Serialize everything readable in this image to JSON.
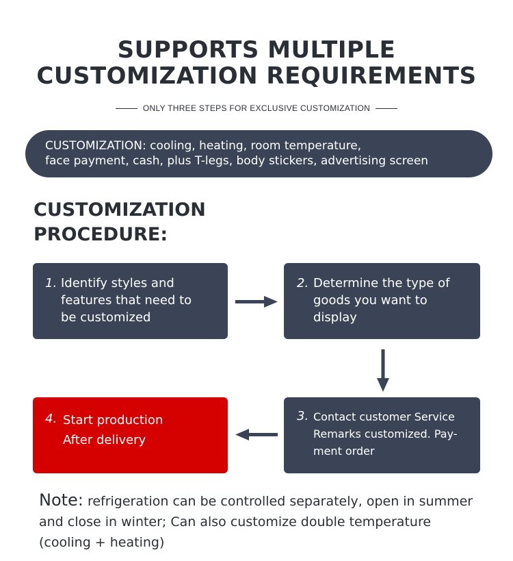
{
  "title": {
    "line1": "SUPPORTS MULTIPLE",
    "line2": "CUSTOMIZATION REQUIREMENTS",
    "subtitle": "ONLY THREE STEPS FOR EXCLUSIVE CUSTOMIZATION"
  },
  "banner": {
    "line1": "CUSTOMIZATION: cooling, heating, room temperature,",
    "line2": "face payment, cash, plus T-legs, body stickers, advertising screen"
  },
  "procedure": {
    "line1": "CUSTOMIZATION",
    "line2": "PROCEDURE:"
  },
  "steps": [
    {
      "num": "1.",
      "lines": [
        "Identify styles and",
        "features that need to",
        "be customized"
      ],
      "color": "#3b4456"
    },
    {
      "num": "2.",
      "lines": [
        "Determine the type of",
        "goods you want to",
        "display"
      ],
      "color": "#3b4456"
    },
    {
      "num": "3.",
      "lines": [
        "Contact customer Service",
        "Remarks customized. Pay-",
        "ment order"
      ],
      "color": "#3b4456"
    },
    {
      "num": "4.",
      "lines": [
        "Start production",
        "After delivery"
      ],
      "color": "#d50000"
    }
  ],
  "note": {
    "label": "Note:",
    "text": " refrigeration can be controlled separately, open in summer and close in winter; Can also customize double temperature (cooling + heating)"
  },
  "colors": {
    "dark": "#3b4456",
    "accent_red": "#d50000",
    "text": "#2a2e35"
  }
}
